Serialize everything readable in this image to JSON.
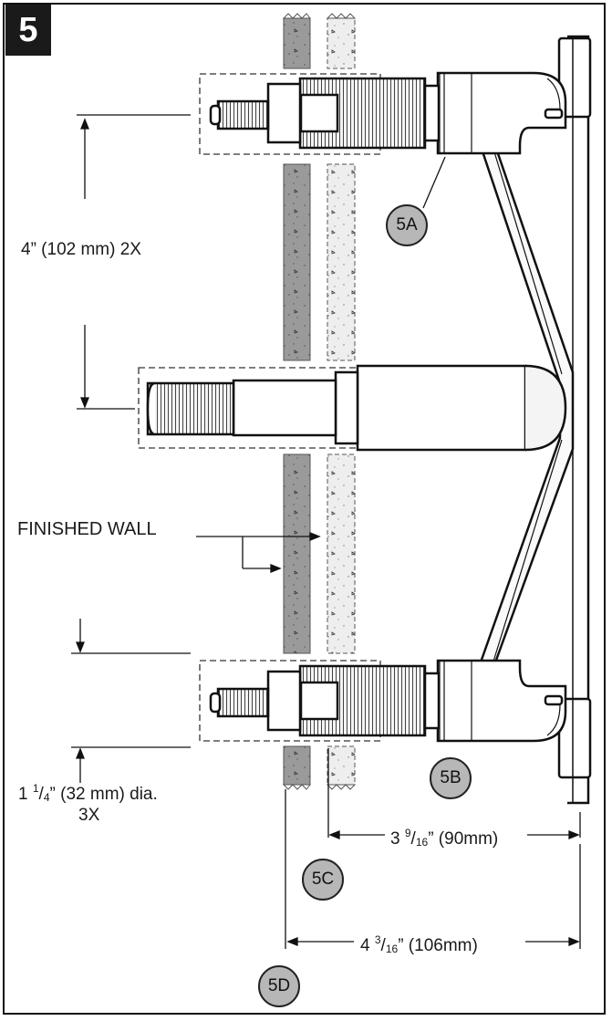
{
  "step_number": "5",
  "labels": {
    "spacing": "4” (102 mm) 2X",
    "finished_wall": "FINISHED WALL",
    "hole_dia_prefix": "1 ",
    "hole_dia_num": "1",
    "hole_dia_den": "4",
    "hole_dia_suffix": "” (32 mm) dia.",
    "hole_count": "3X",
    "dim_90_prefix": "3 ",
    "dim_90_num": "9",
    "dim_90_den": "16",
    "dim_90_suffix": "” (90mm)",
    "dim_106_prefix": "4 ",
    "dim_106_num": "3",
    "dim_106_den": "16",
    "dim_106_suffix": "” (106mm)"
  },
  "callouts": [
    "5A",
    "5B",
    "5C",
    "5D"
  ]
}
